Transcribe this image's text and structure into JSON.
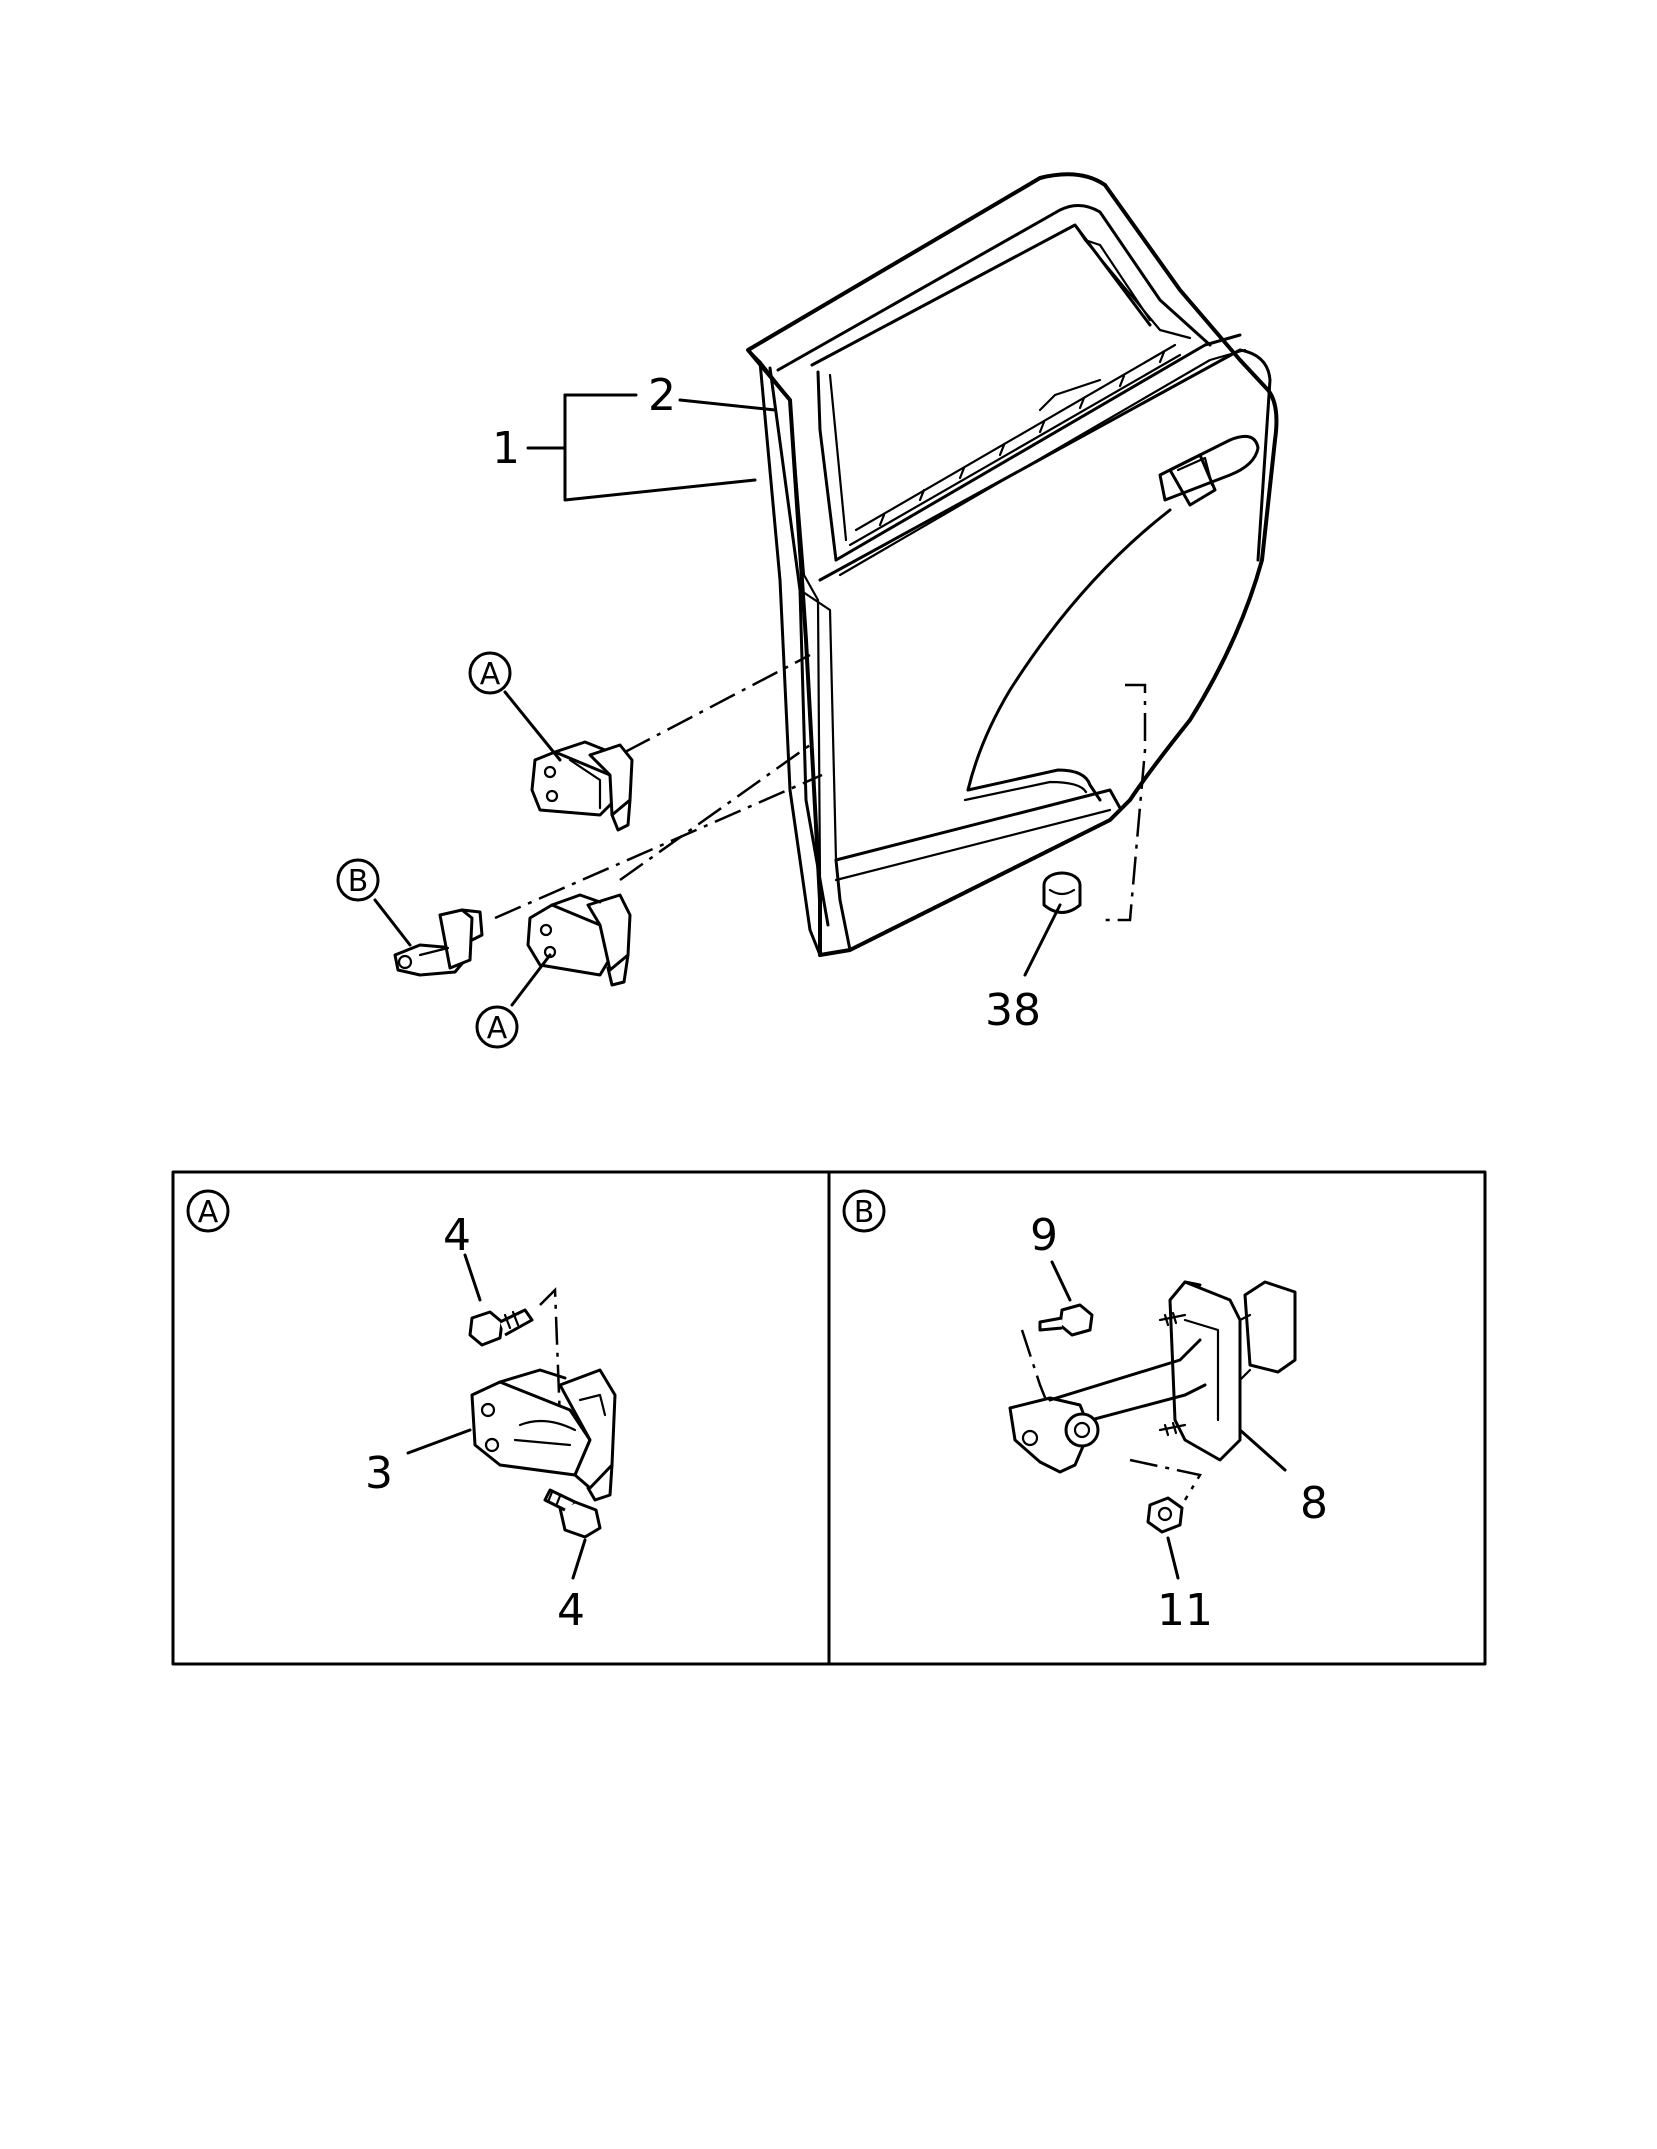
{
  "callouts": {
    "door_assembly": "1",
    "door_panel": "2",
    "hinge": "3",
    "hinge_bolt_upper": "4",
    "hinge_bolt_lower": "4",
    "checker": "8",
    "checker_bolt": "9",
    "checker_nut": "11",
    "bumper": "38"
  },
  "detail_refs": {
    "upper_hinge": "A",
    "lower_hinge": "A",
    "door_checker": "B"
  },
  "panels": {
    "left": {
      "ref": "A"
    },
    "right": {
      "ref": "B"
    }
  }
}
